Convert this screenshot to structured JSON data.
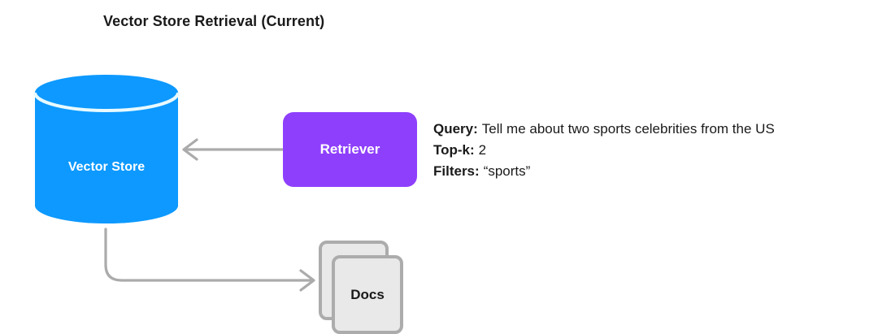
{
  "title": "Vector Store Retrieval (Current)",
  "nodes": {
    "vector_store": {
      "label": "Vector Store",
      "shape": "cylinder"
    },
    "retriever": {
      "label": "Retriever",
      "shape": "rounded-rect"
    },
    "docs": {
      "label": "Docs",
      "shape": "stacked-pages"
    }
  },
  "edges": [
    {
      "from": "retriever",
      "to": "vector_store",
      "style": "straight-left-arrow"
    },
    {
      "from": "vector_store",
      "to": "docs",
      "style": "down-then-right-arrow"
    }
  ],
  "annotation": {
    "lines": [
      {
        "label": "Query:",
        "value": "Tell me about two sports celebrities from the US"
      },
      {
        "label": "Top-k:",
        "value": "2"
      },
      {
        "label": "Filters:",
        "value": "“sports”"
      }
    ]
  },
  "colors": {
    "vector_store_fill": "#0D99FF",
    "cylinder_rim": "#E8FAFF",
    "retriever_fill": "#8E3FFC",
    "arrow": "#ABABAB",
    "doc_fill": "#E9E9E9",
    "doc_border": "#ACACAC",
    "node_label": "#FFFFFF",
    "text": "#1A1A1A",
    "background": "#FFFFFF"
  }
}
